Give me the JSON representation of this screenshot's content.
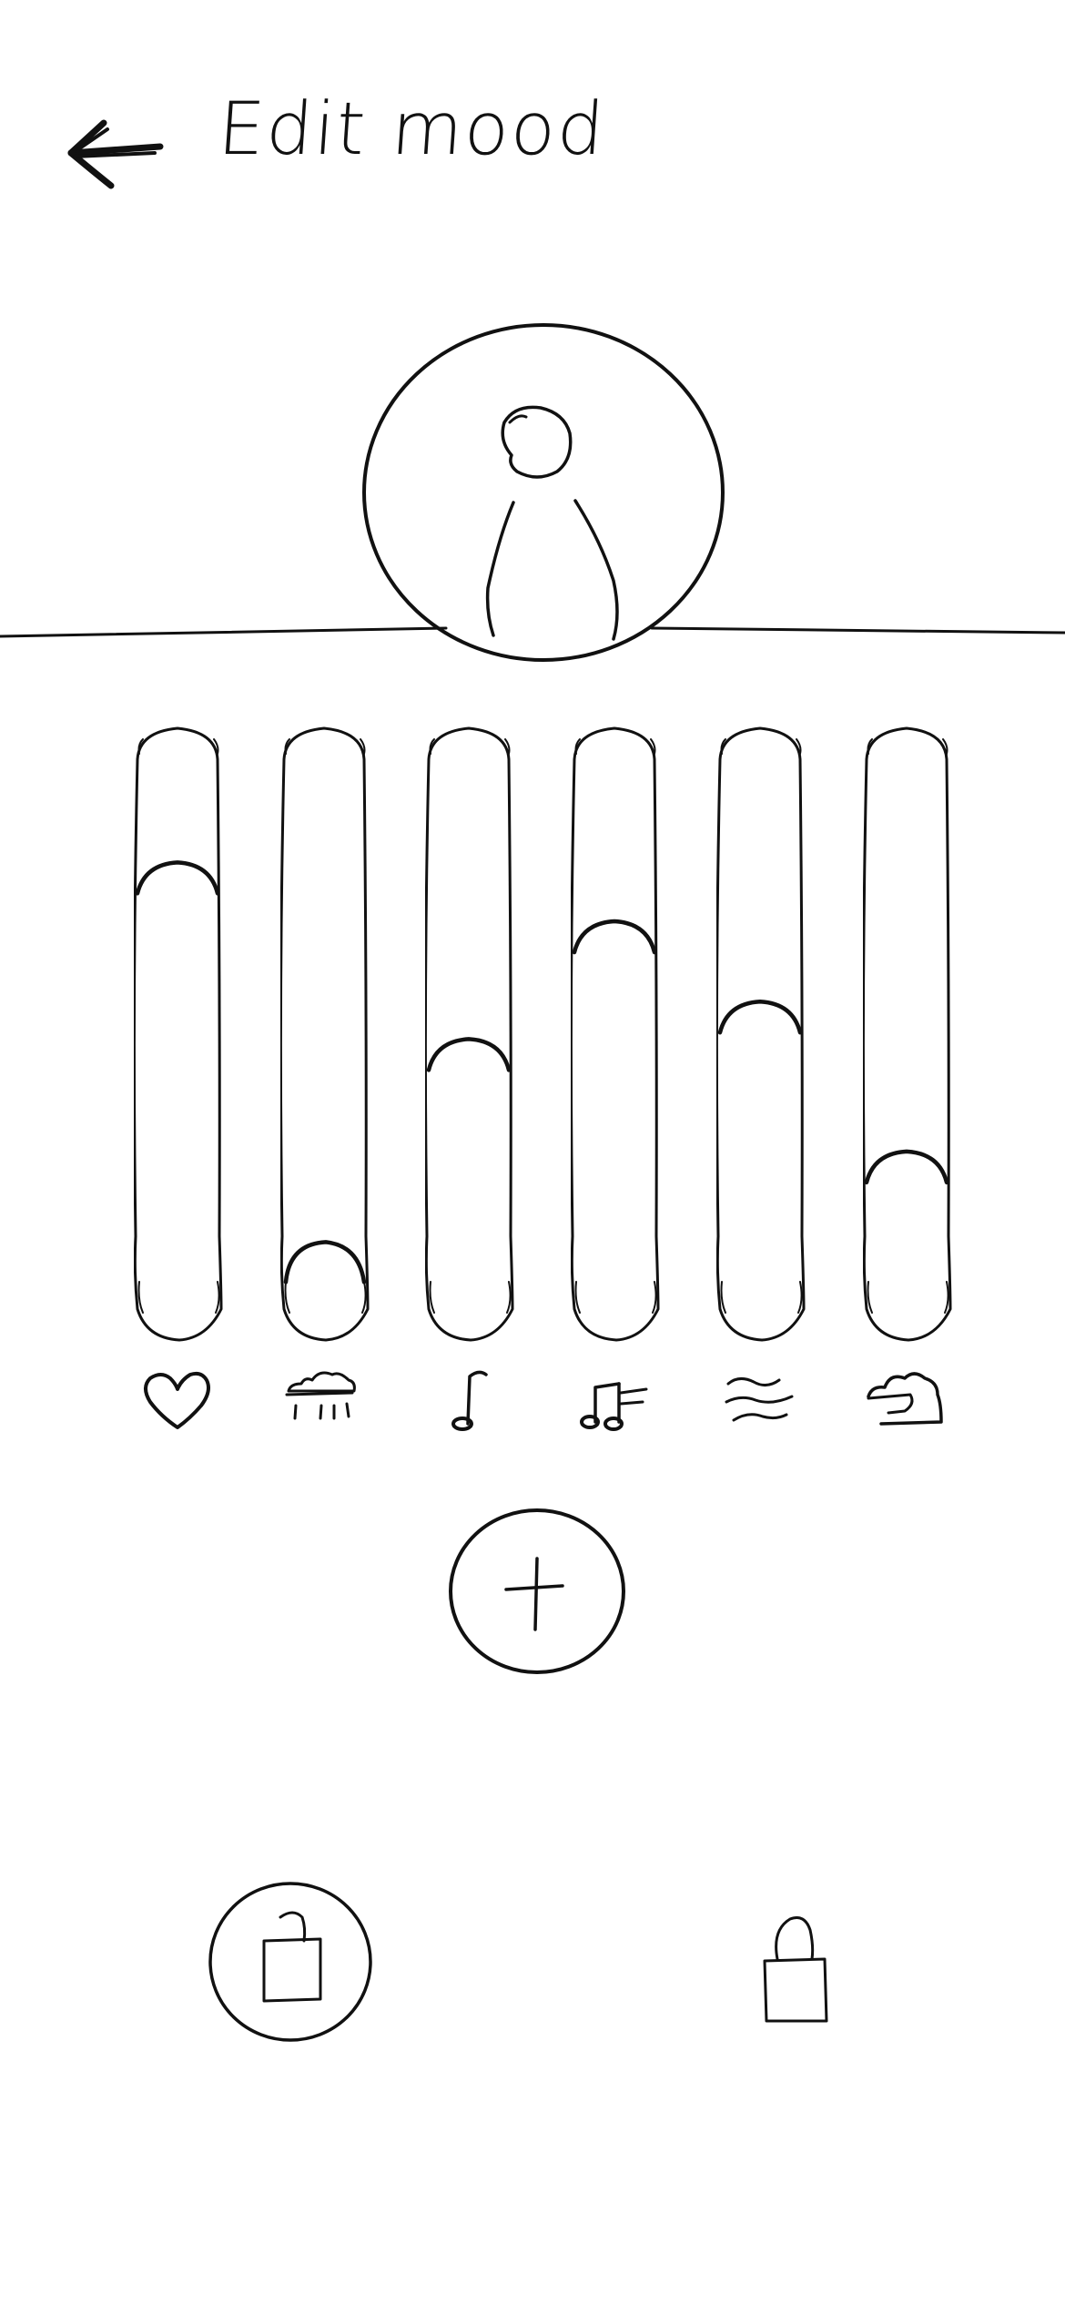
{
  "header": {
    "title": "Edit mood",
    "back_icon": "arrow-left-icon"
  },
  "profile": {
    "avatar_icon": "person-silhouette-icon"
  },
  "sliders": [
    {
      "icon": "heart-icon",
      "level": 0.78
    },
    {
      "icon": "rain-cloud-icon",
      "level": 0.03
    },
    {
      "icon": "music-note-icon",
      "level": 0.45
    },
    {
      "icon": "music-notes-icon",
      "level": 0.67
    },
    {
      "icon": "wind-waves-icon",
      "level": 0.52
    },
    {
      "icon": "cloud-icon",
      "level": 0.24
    }
  ],
  "actions": {
    "add_icon": "plus-icon",
    "unlock_icon": "unlocked-padlock-icon",
    "lock_icon": "locked-padlock-icon"
  },
  "colors": {
    "ink": "#111111",
    "background": "#ffffff"
  }
}
